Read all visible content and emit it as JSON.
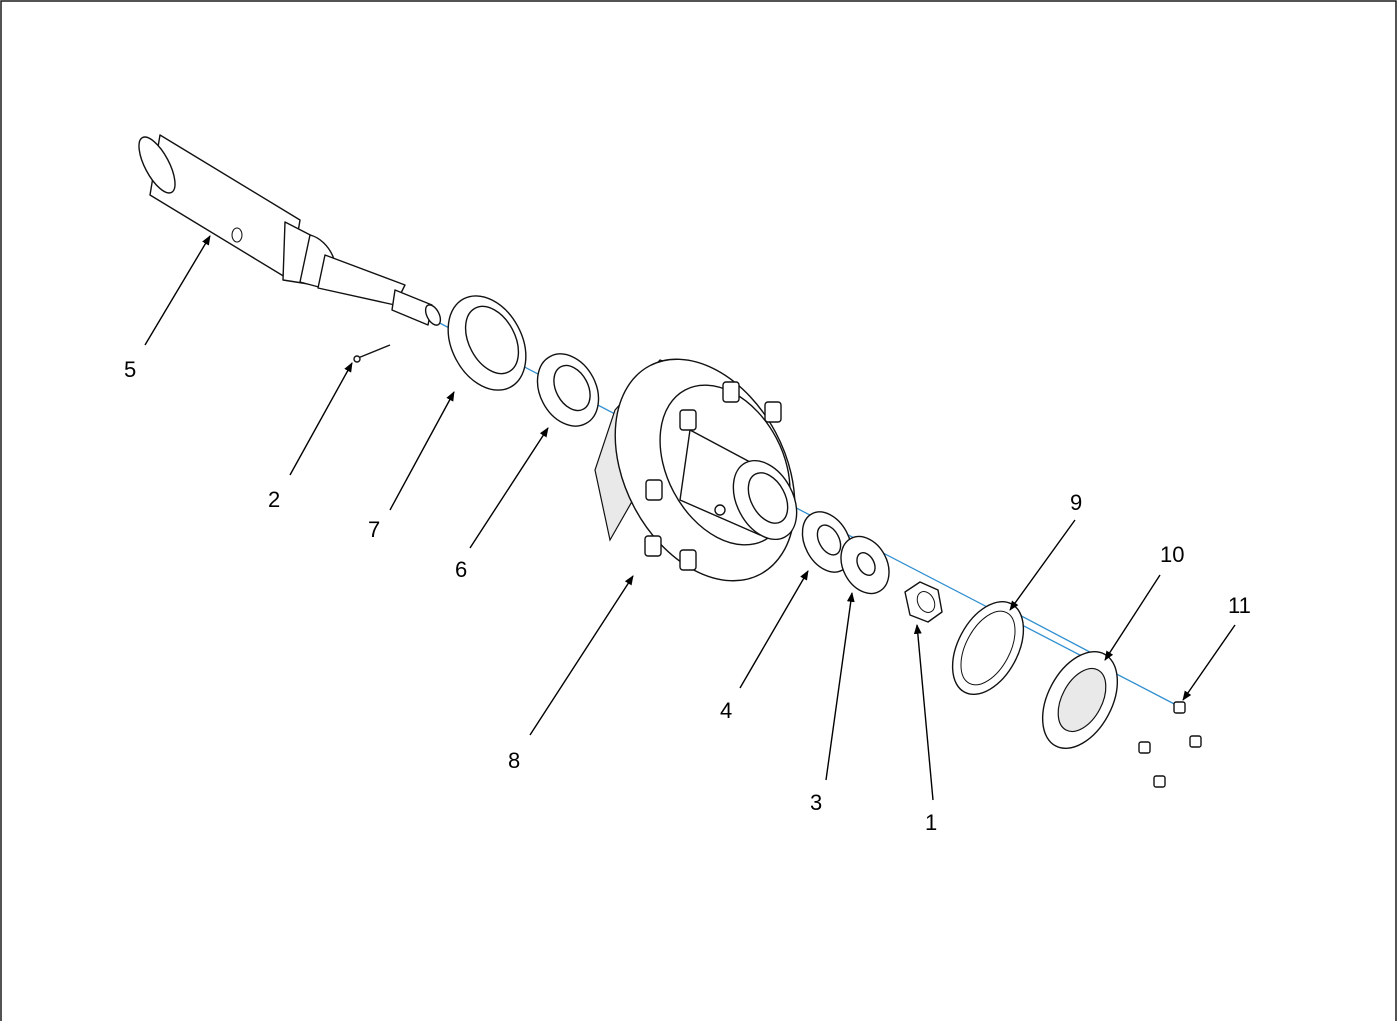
{
  "diagram": {
    "type": "exploded-parts-diagram",
    "callouts": [
      "1",
      "2",
      "3",
      "4",
      "5",
      "6",
      "7",
      "8",
      "9",
      "10",
      "11"
    ]
  }
}
